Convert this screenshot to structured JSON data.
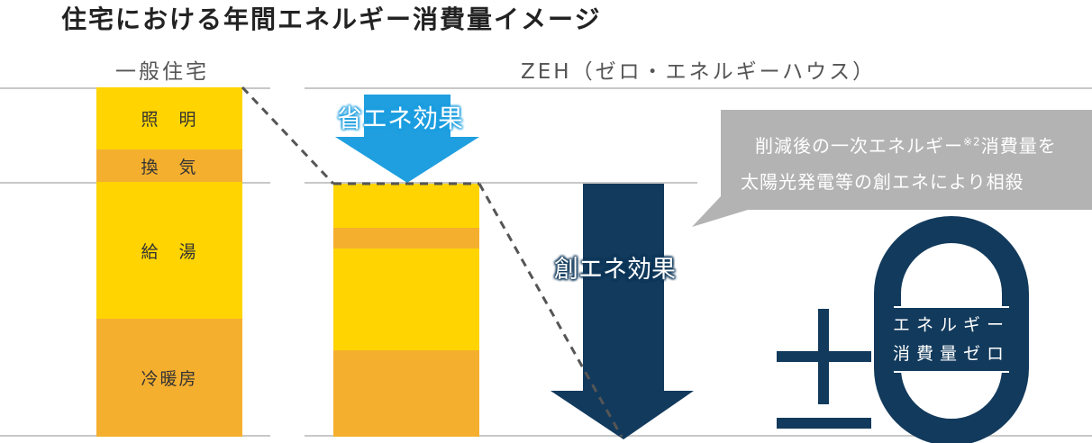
{
  "title": "住宅における年間エネルギー消費量イメージ",
  "general_house": {
    "label": "一般住宅",
    "segments": {
      "lighting": "照　明",
      "ventilation": "換　気",
      "hot_water": "給　湯",
      "heating_cooling": "冷暖房"
    }
  },
  "zeh": {
    "label": "ZEH（ゼロ・エネルギーハウス）",
    "energy_saving": "省エネ効果",
    "energy_creation": "創エネ効果",
    "callout_line1": "削減後の一次エネルギー",
    "callout_note": "※2",
    "callout_line1_tail": "消費量を",
    "callout_line2": "太陽光発電等の創エネにより相殺",
    "plus_minus": "±",
    "zero": "0",
    "zero_line1": "エネルギー",
    "zero_line2": "消費量ゼロ"
  },
  "colors": {
    "yellow": "#FFD400",
    "orange": "#F5AF2F",
    "blue": "#1F9FE0",
    "navy": "#123A5C",
    "callout_gray": "#B3B3B3"
  }
}
